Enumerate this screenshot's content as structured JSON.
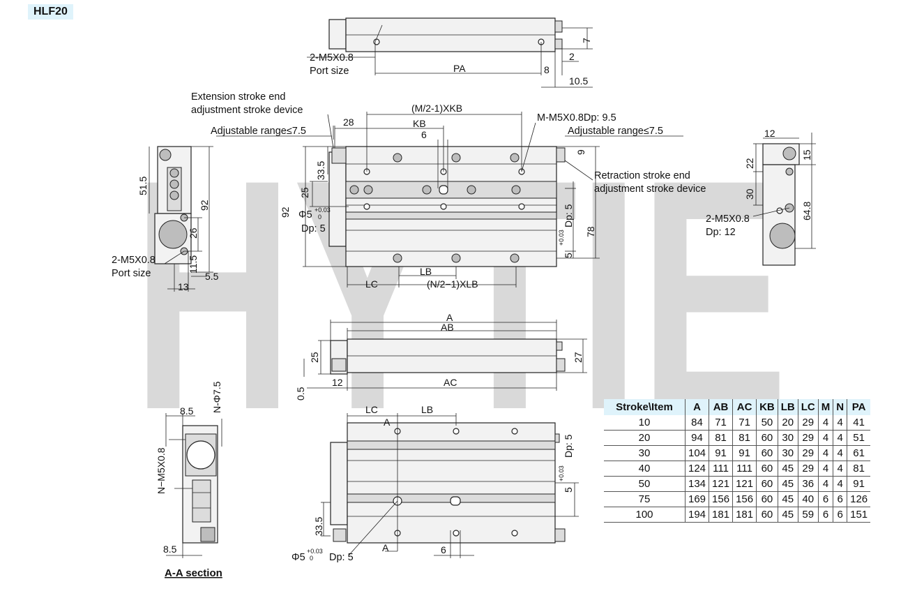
{
  "title": "HLF20",
  "watermark": "HYTIE",
  "top_view": {
    "port_label": "2-M5X0.8",
    "port_sub": "Port size",
    "pa": "PA",
    "dim_8": "8",
    "dim_2": "2",
    "dim_7": "7",
    "dim_105": "10.5"
  },
  "front_view": {
    "ext_label_1": "Extension stroke end",
    "ext_label_2": "adjustment stroke device",
    "adj_left": "Adjustable range≤7.5",
    "adj_right": "Adjustable range≤7.5",
    "dim_28": "28",
    "kb": "KB",
    "mxkb": "(M/2-1)XKB",
    "dim_6": "6",
    "m_label": "M-M5X0.8Dp: 9.5",
    "ret_label_1": "Retraction stroke end",
    "ret_label_2": "adjustment stroke device",
    "dim_9": "9",
    "dim_335": "33.5",
    "dim_25": "25",
    "dim_92": "92",
    "phi5": "Φ5",
    "tol": "+0.03",
    "tol0": "0",
    "dp5": "Dp: 5",
    "dp5b": "Dp: 5",
    "five": "5",
    "dim_78": "78",
    "lb": "LB",
    "lc": "LC",
    "nxlb": "(N/2−1)XLB"
  },
  "left_view": {
    "dim_515": "51.5",
    "dim_92": "92",
    "dim_26": "26",
    "dim_115": "11.5",
    "dim_55": "5.5",
    "dim_13": "13",
    "port_label": "2-M5X0.8",
    "port_sub": "Port size"
  },
  "right_view": {
    "dim_12": "12",
    "dim_22": "22",
    "dim_15": "15",
    "dim_30": "30",
    "dim_648": "64.8",
    "port_label": "2-M5X0.8",
    "port_sub": "Dp: 12"
  },
  "side_view": {
    "a": "A",
    "ab": "AB",
    "ac": "AC",
    "dim_25": "25",
    "dim_27": "27",
    "dim_05": "0.5",
    "dim_12": "12"
  },
  "section": {
    "dim_85a": "8.5",
    "dim_85b": "8.5",
    "n_phi": "N-Φ7.5",
    "n_m5": "N−M5X0.8",
    "title": "A-A section"
  },
  "bottom_view": {
    "lc": "LC",
    "lb": "LB",
    "a_top": "A",
    "a_bot": "A",
    "dp5": "Dp: 5",
    "five": "5",
    "tol": "+0.03",
    "tol0": "0",
    "dim_335": "33.5",
    "phi_label": "Φ5",
    "dp_label": "Dp: 5",
    "dim_6": "6"
  },
  "table": {
    "headers": [
      "Stroke\\Item",
      "A",
      "AB",
      "AC",
      "KB",
      "LB",
      "LC",
      "M",
      "N",
      "PA"
    ],
    "rows": [
      [
        "10",
        "84",
        "71",
        "71",
        "50",
        "20",
        "29",
        "4",
        "4",
        "41"
      ],
      [
        "20",
        "94",
        "81",
        "81",
        "60",
        "30",
        "29",
        "4",
        "4",
        "51"
      ],
      [
        "30",
        "104",
        "91",
        "91",
        "60",
        "30",
        "29",
        "4",
        "4",
        "61"
      ],
      [
        "40",
        "124",
        "111",
        "111",
        "60",
        "45",
        "29",
        "4",
        "4",
        "81"
      ],
      [
        "50",
        "134",
        "121",
        "121",
        "60",
        "45",
        "36",
        "4",
        "4",
        "91"
      ],
      [
        "75",
        "169",
        "156",
        "156",
        "60",
        "45",
        "40",
        "6",
        "6",
        "126"
      ],
      [
        "100",
        "194",
        "181",
        "181",
        "60",
        "45",
        "59",
        "6",
        "6",
        "151"
      ]
    ]
  }
}
